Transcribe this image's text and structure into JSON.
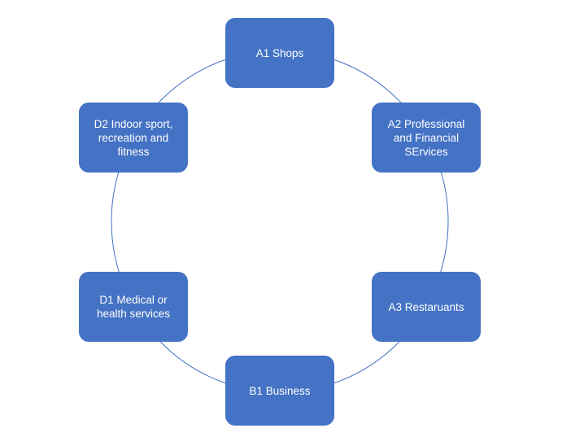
{
  "colors": {
    "node_fill": "#4472c4",
    "node_text": "#ffffff",
    "connector": "#4472c4"
  },
  "nodes": [
    {
      "id": "a1",
      "label": "A1 Shops"
    },
    {
      "id": "a2",
      "label": "A2 Professional\nand Financial\nSErvices"
    },
    {
      "id": "a3",
      "label": "A3 Restaruants"
    },
    {
      "id": "b1",
      "label": "B1 Business"
    },
    {
      "id": "d1",
      "label": "D1 Medical or\nhealth services"
    },
    {
      "id": "d2",
      "label": "D2 Indoor sport,\nrecreation and\nfitness"
    }
  ]
}
